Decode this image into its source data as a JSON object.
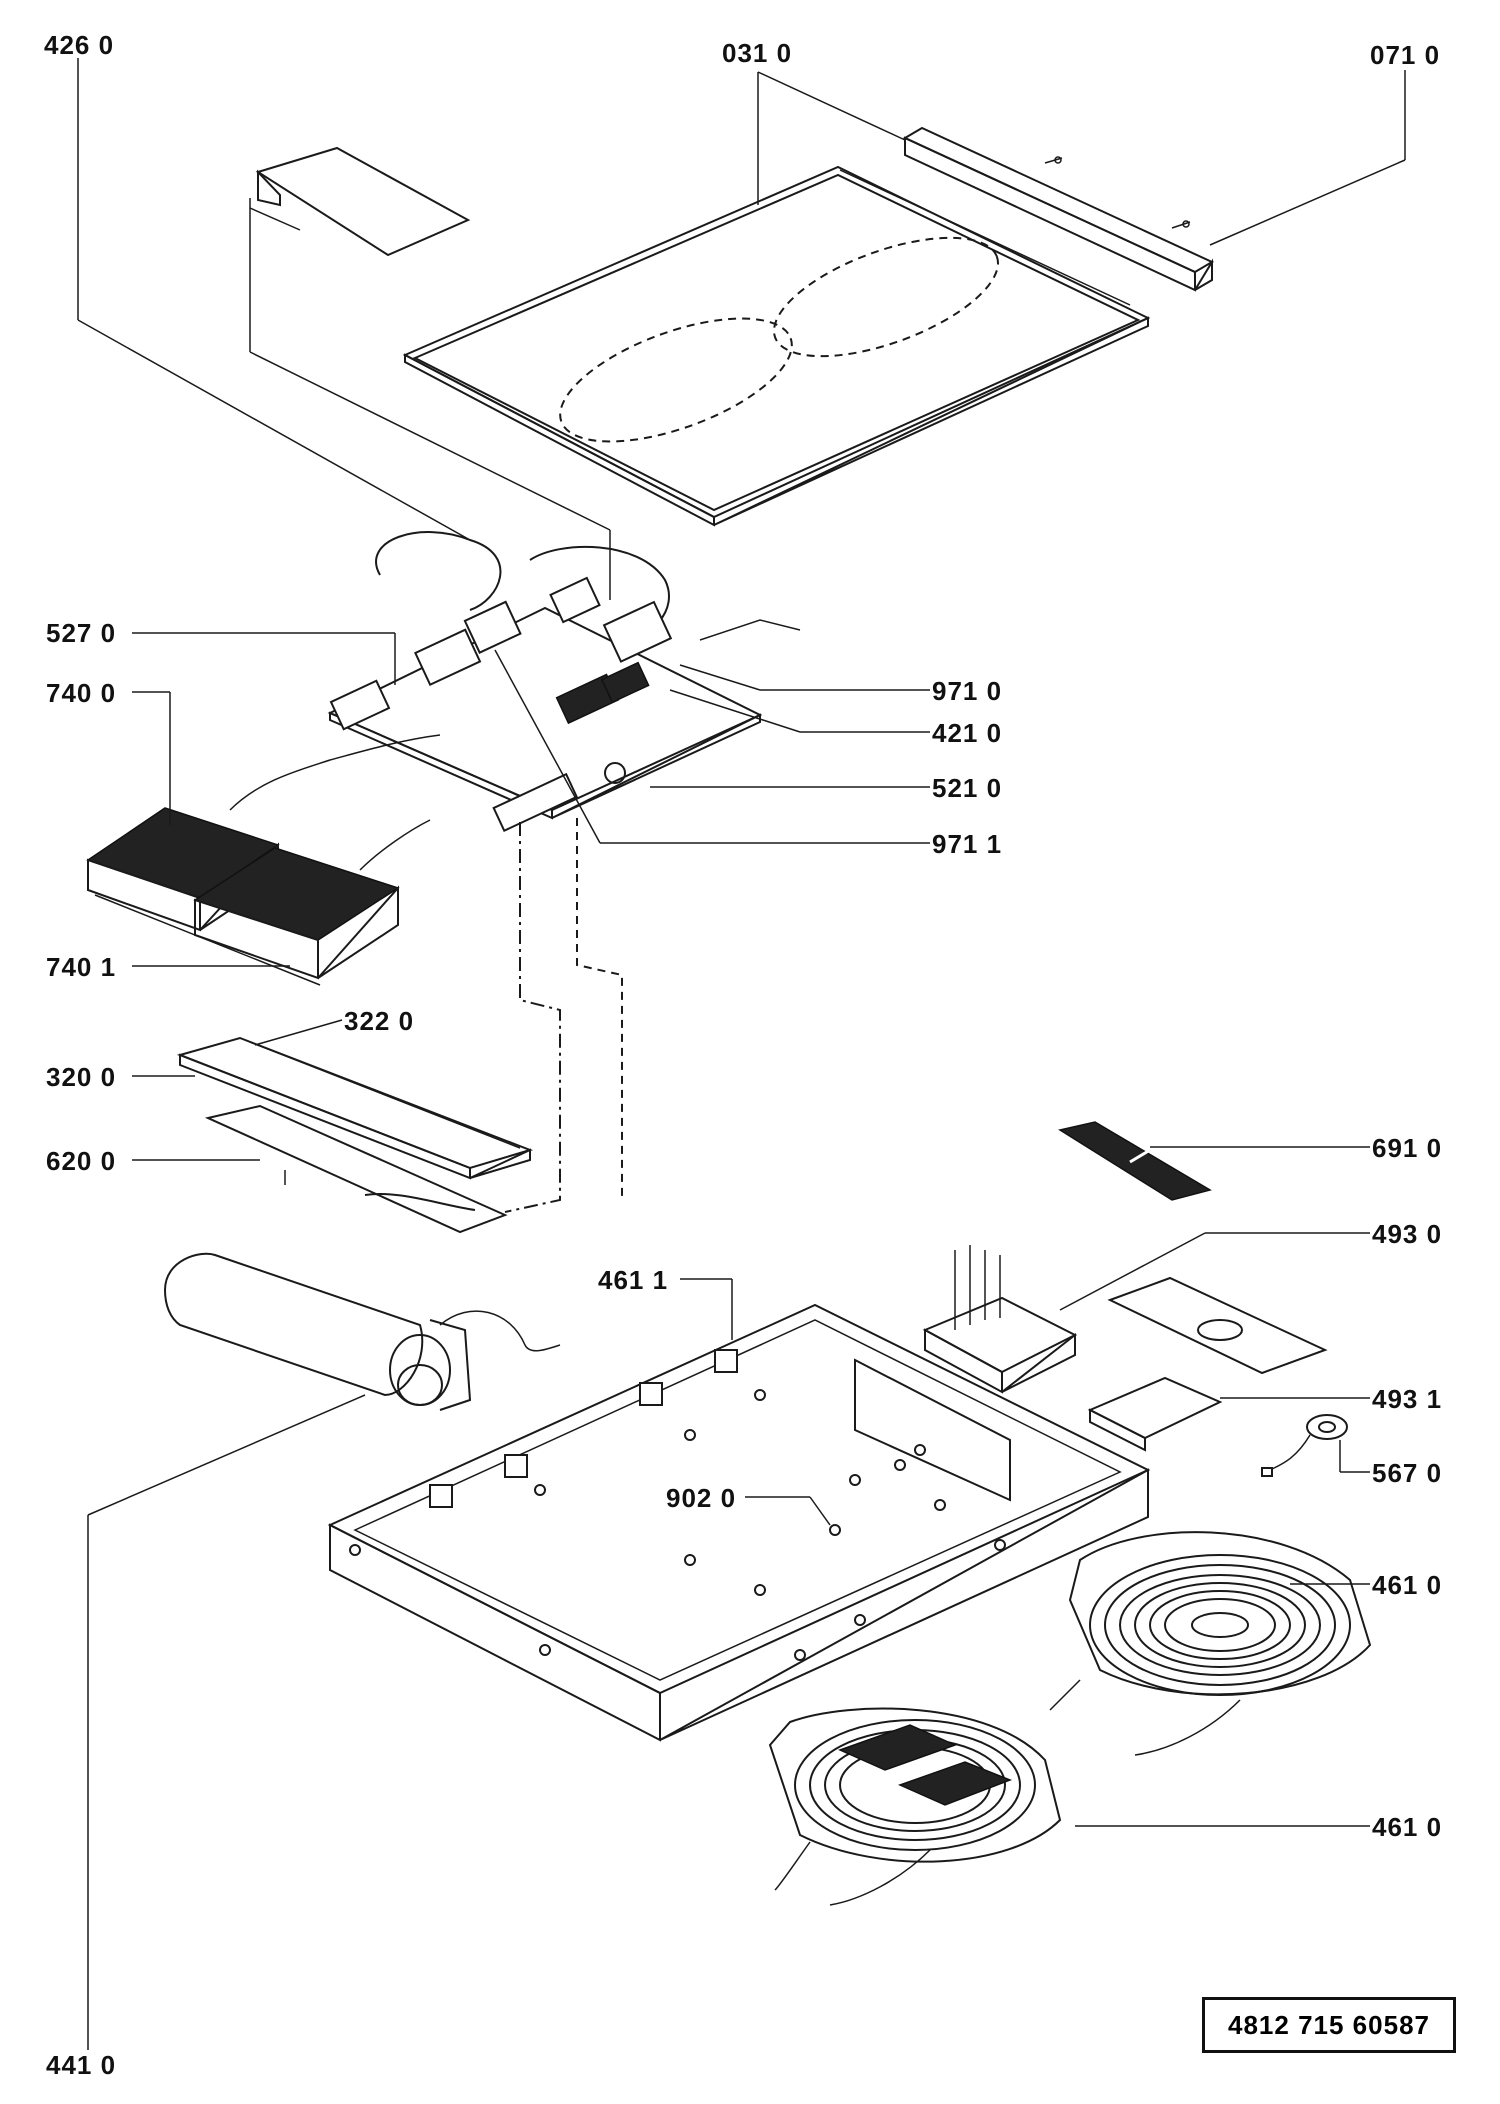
{
  "diagram": {
    "labels": [
      {
        "id": "4260",
        "text": "426 0"
      },
      {
        "id": "0310",
        "text": "031 0"
      },
      {
        "id": "0710",
        "text": "071 0"
      },
      {
        "id": "5270",
        "text": "527 0"
      },
      {
        "id": "7400",
        "text": "740 0"
      },
      {
        "id": "9710",
        "text": "971 0"
      },
      {
        "id": "4210",
        "text": "421 0"
      },
      {
        "id": "5210",
        "text": "521 0"
      },
      {
        "id": "9711",
        "text": "971 1"
      },
      {
        "id": "7401",
        "text": "740 1"
      },
      {
        "id": "3220",
        "text": "322 0"
      },
      {
        "id": "3200",
        "text": "320 0"
      },
      {
        "id": "6200",
        "text": "620 0"
      },
      {
        "id": "6910",
        "text": "691 0"
      },
      {
        "id": "4930",
        "text": "493 0"
      },
      {
        "id": "4611",
        "text": "461 1"
      },
      {
        "id": "4931",
        "text": "493 1"
      },
      {
        "id": "5670",
        "text": "567 0"
      },
      {
        "id": "9020",
        "text": "902 0"
      },
      {
        "id": "4610a",
        "text": "461 0"
      },
      {
        "id": "4610b",
        "text": "461 0"
      },
      {
        "id": "4410",
        "text": "441 0"
      }
    ],
    "part_number": "4812 715 60587"
  }
}
